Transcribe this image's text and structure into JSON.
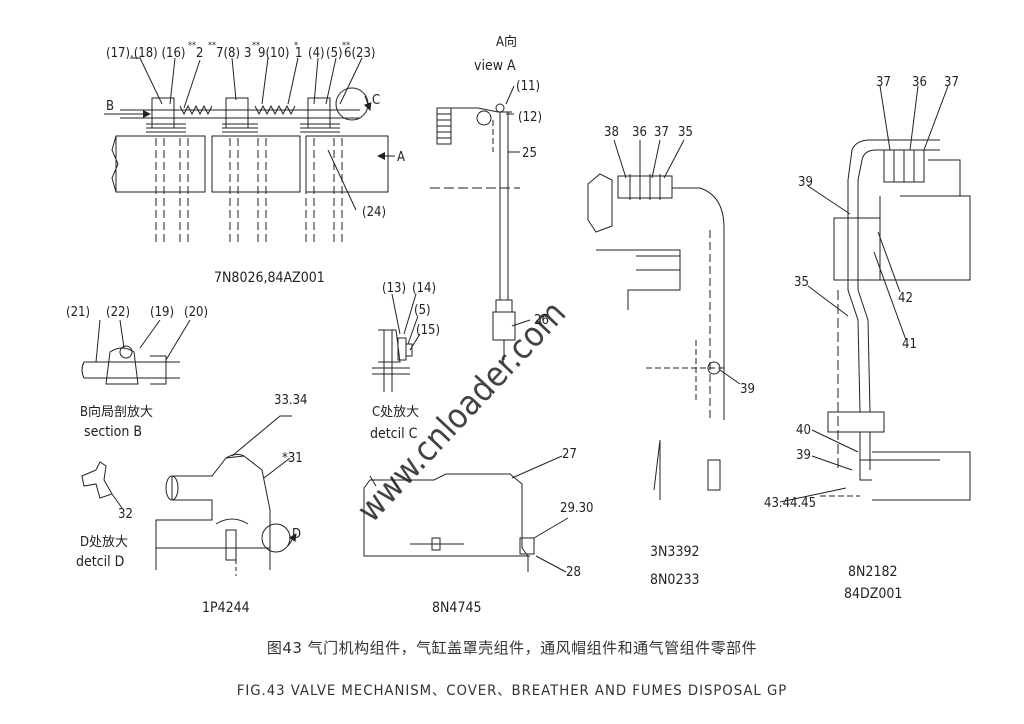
{
  "callouts": {
    "top_left": "(17).(18)  (16)",
    "c2": "2",
    "c7_8": "7(8)",
    "c3": "3",
    "c9_10": "9(10)",
    "c1": "1",
    "c4": "(4)",
    "c5": "(5)",
    "c6_23": "6(23)",
    "star2": "**",
    "star7": "**",
    "star3": "**",
    "star1": "*",
    "star6": "**",
    "c24": "(24)",
    "c11": "(11)",
    "c12": "(12)",
    "c25": "25",
    "c26": "26",
    "c13": "(13)",
    "c14": "(14)",
    "c5b": "(5)",
    "c15": "(15)",
    "c21": "(21)",
    "c22": "(22)",
    "c19": "(19)",
    "c20": "(20)",
    "c33_34": "33.34",
    "c31": "*31",
    "c32": "32",
    "c27": "27",
    "c29_30": "29.30",
    "c28": "28",
    "c38": "38",
    "c36": "36",
    "c37": "37",
    "c35": "35",
    "c39": "39",
    "c37b": "37",
    "c36b": "36",
    "c37c": "37",
    "c39b": "39",
    "c42": "42",
    "c41": "41",
    "c35b": "35",
    "c40": "40",
    "c39c": "39",
    "c43_45": "43.44.45",
    "arrow_b": "B",
    "arrow_a": "A",
    "arrow_c": "C",
    "arrow_d": "D"
  },
  "views": {
    "view_a_cn": "A向",
    "view_a_en": "view A",
    "section_b_cn": "B向局剖放大",
    "section_b_en": "section B",
    "detail_c_cn": "C处放大",
    "detail_c_en": "detcil C",
    "detail_d_cn": "D处放大",
    "detail_d_en": "detcil D"
  },
  "part_numbers": {
    "valve_group": "7N8026,84AZ001",
    "breather": "1P4244",
    "cover": "8N4745",
    "fumes1_a": "3N3392",
    "fumes1_b": "8N0233",
    "fumes2_a": "8N2182",
    "fumes2_b": "84DZ001"
  },
  "watermark": "www.cnloader.com",
  "caption": {
    "cn": "图43  气门机构组件，气缸盖罩壳组件，通风帽组件和通气管组件零部件",
    "en": "FIG.43  VALVE MECHANISM、COVER、BREATHER AND FUMES DISPOSAL GP"
  }
}
